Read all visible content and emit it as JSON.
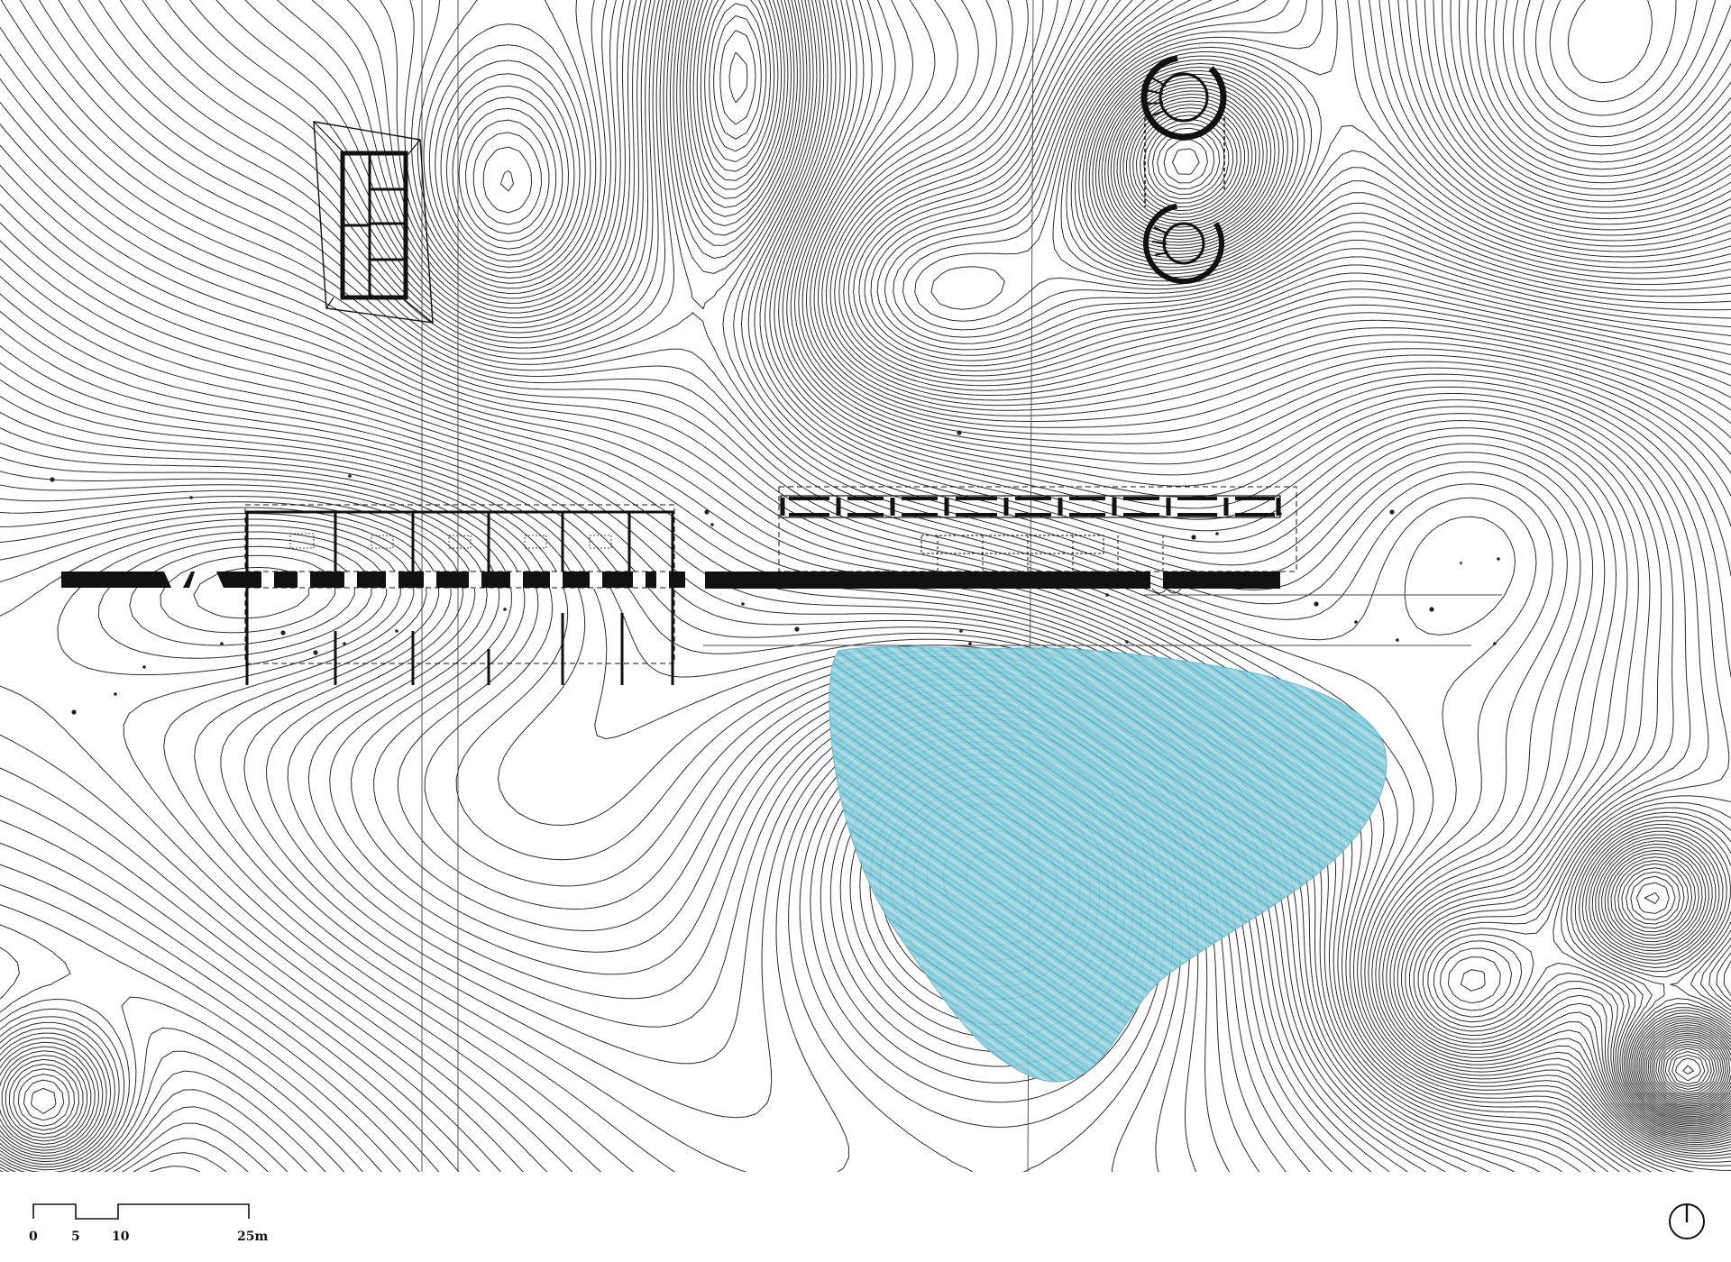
{
  "drawing": {
    "paper_color": "#ffffff",
    "line_color": "#222222",
    "water_color": "#6fc1d3"
  },
  "scale_bar": {
    "labels": [
      "0",
      "5",
      "10",
      "25m"
    ],
    "unit": "m"
  },
  "north_arrow": {
    "icon": "north-arrow-icon"
  }
}
